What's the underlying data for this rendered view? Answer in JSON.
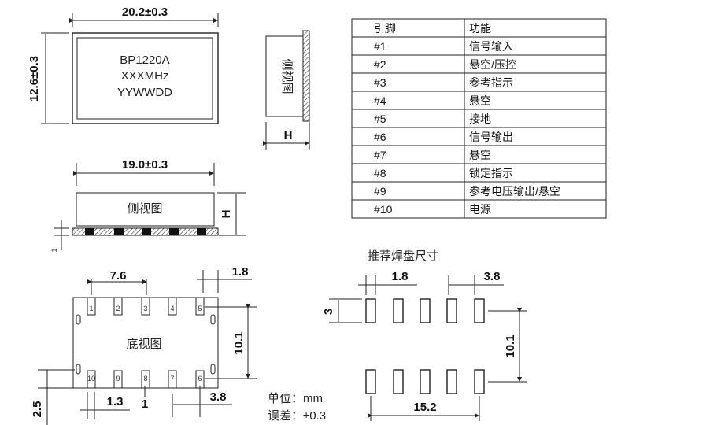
{
  "top_view": {
    "width_dim": "20.2±0.3",
    "height_dim": "12.6±0.3",
    "marking": [
      "BP1220A",
      "XXXMHz",
      "YYWWDD"
    ]
  },
  "side_view_right": {
    "label": "侧视图",
    "height_dim": "H"
  },
  "side_view": {
    "width_dim": "19.0±0.3",
    "label": "侧视图",
    "height_dim": "H",
    "pad_dim": "1"
  },
  "bottom_view": {
    "label": "底视图",
    "pitch_dim": "7.6",
    "pad_width_dim": "1.8",
    "row_dim": "10.1",
    "edge_dim": "2.5",
    "pad_dim_1": "1.3",
    "pad_dim_2": "1",
    "pad_dim_3": "3.8",
    "pins_top": [
      "1",
      "2",
      "3",
      "4",
      "5"
    ],
    "pins_bottom": [
      "10",
      "9",
      "8",
      "7",
      "6"
    ]
  },
  "units": {
    "unit": "单位：mm",
    "tolerance": "误差：±0.3"
  },
  "land_pattern": {
    "title": "推荐焊盘尺寸",
    "pad_w_dim": "1.8",
    "pad_gap_dim": "3.8",
    "pad_h_dim": "3",
    "row_dim": "10.1",
    "span_dim": "15.2"
  },
  "pin_table": {
    "headers": [
      "引脚",
      "功能"
    ],
    "rows": [
      [
        "#1",
        "信号输入"
      ],
      [
        "#2",
        "悬空/压控"
      ],
      [
        "#3",
        "参考指示"
      ],
      [
        "#4",
        "悬空"
      ],
      [
        "#5",
        "接地"
      ],
      [
        "#6",
        "信号输出"
      ],
      [
        "#7",
        "悬空"
      ],
      [
        "#8",
        "锁定指示"
      ],
      [
        "#9",
        "参考电压输出/悬空"
      ],
      [
        "#10",
        "电源"
      ]
    ]
  }
}
